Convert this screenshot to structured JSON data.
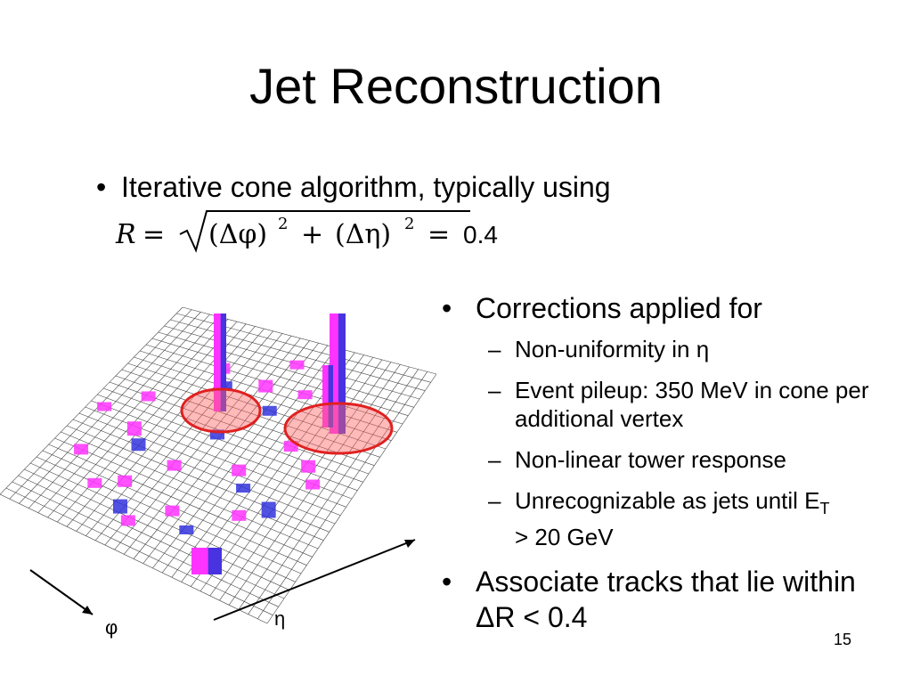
{
  "slide": {
    "title": "Jet Reconstruction",
    "bullet1": "Iterative cone algorithm, typically using",
    "formula": {
      "lhs": "R",
      "eq": "=",
      "term1": "(Δφ)",
      "exp": "2",
      "plus": "+",
      "term2": "(Δη)",
      "exp2": "2",
      "eq2": "=",
      "value": "0.4"
    },
    "bullet_symbol": "•",
    "dash_symbol": "–",
    "right": {
      "corrections": "Corrections applied for",
      "subs": [
        "Non-uniformity in η",
        "Event pileup: 350 MeV in cone per additional vertex",
        "Non-linear tower response"
      ],
      "last_sub_pre": "Unrecognizable as jets until E",
      "last_sub_subscript": "T",
      "last_sub_post": " > 20 GeV",
      "associate": "Associate tracks that lie within ΔR < 0.4"
    },
    "axis_phi": "φ",
    "axis_eta": "η",
    "page_number": "15",
    "colors": {
      "magenta": "#ff33ff",
      "blue": "#3333dd",
      "cone_red": "#e02020"
    }
  }
}
